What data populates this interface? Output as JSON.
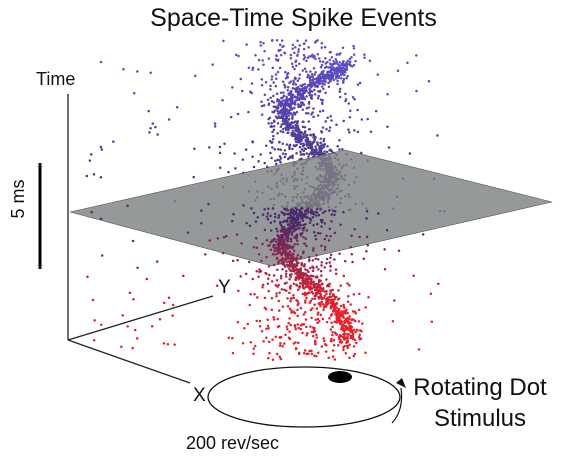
{
  "figure": {
    "title": "Space-Time Spike Events",
    "axes": {
      "time_label": "Time",
      "y_label": "Y",
      "x_label": "X"
    },
    "scale_bar": {
      "label": "5 ms"
    },
    "stimulus": {
      "label": "Rotating Dot Stimulus",
      "rate_label": "200 rev/sec"
    },
    "colors": {
      "early_spikes": "#e8202a",
      "late_spikes": "#5a4fc8",
      "time_plane": "#7f8384",
      "axis": "#222222",
      "dot": "#000000"
    }
  }
}
